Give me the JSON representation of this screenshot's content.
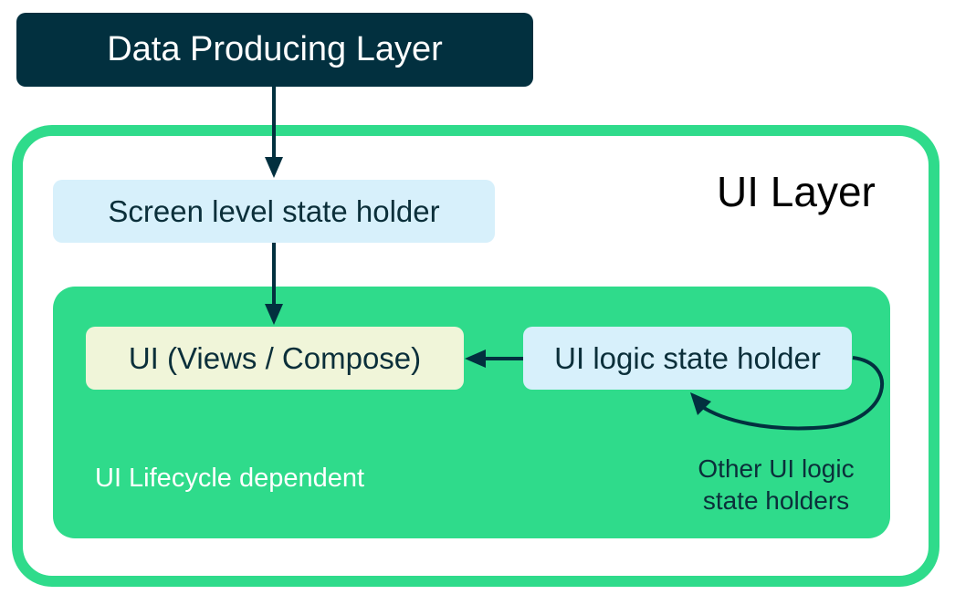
{
  "data_layer": {
    "label": "Data Producing Layer"
  },
  "ui_layer": {
    "title": "UI Layer",
    "screen_state_holder": "Screen level state holder",
    "lifecycle_panel": {
      "label": "UI Lifecycle dependent",
      "ui_box": "UI (Views / Compose)",
      "logic_state_holder": "UI logic state holder",
      "other_holders_line1": "Other UI logic",
      "other_holders_line2": "state holders"
    }
  },
  "colors": {
    "dark_navy": "#02303f",
    "green": "#2fdb8b",
    "light_blue": "#d7f0fb",
    "light_yellow": "#f0f5d9"
  }
}
